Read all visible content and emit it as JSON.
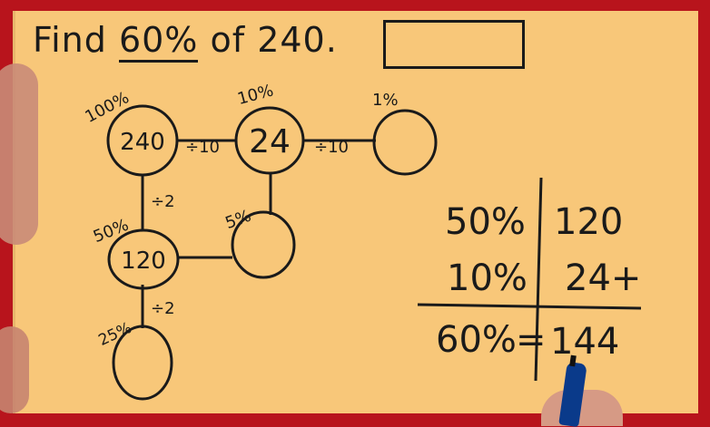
{
  "title": {
    "prefix": "Find ",
    "percent": "60%",
    "suffix": " of 240."
  },
  "diagram": {
    "circles": [
      {
        "label": "100%",
        "value": "240"
      },
      {
        "label": "10%",
        "value": "24"
      },
      {
        "label": "1%",
        "value": ""
      },
      {
        "label": "50%",
        "value": "120"
      },
      {
        "label": "5%",
        "value": ""
      },
      {
        "label": "25%",
        "value": ""
      }
    ],
    "operators": {
      "div10_a": "÷10",
      "div10_b": "÷10",
      "div2_a": "÷2",
      "div2_b": "÷2"
    }
  },
  "table": {
    "rows": [
      {
        "percent": "50%",
        "value": "120"
      },
      {
        "percent": "10%",
        "value": "24+"
      }
    ],
    "total": {
      "percent": "60%",
      "equals": "=",
      "value": "144"
    }
  }
}
